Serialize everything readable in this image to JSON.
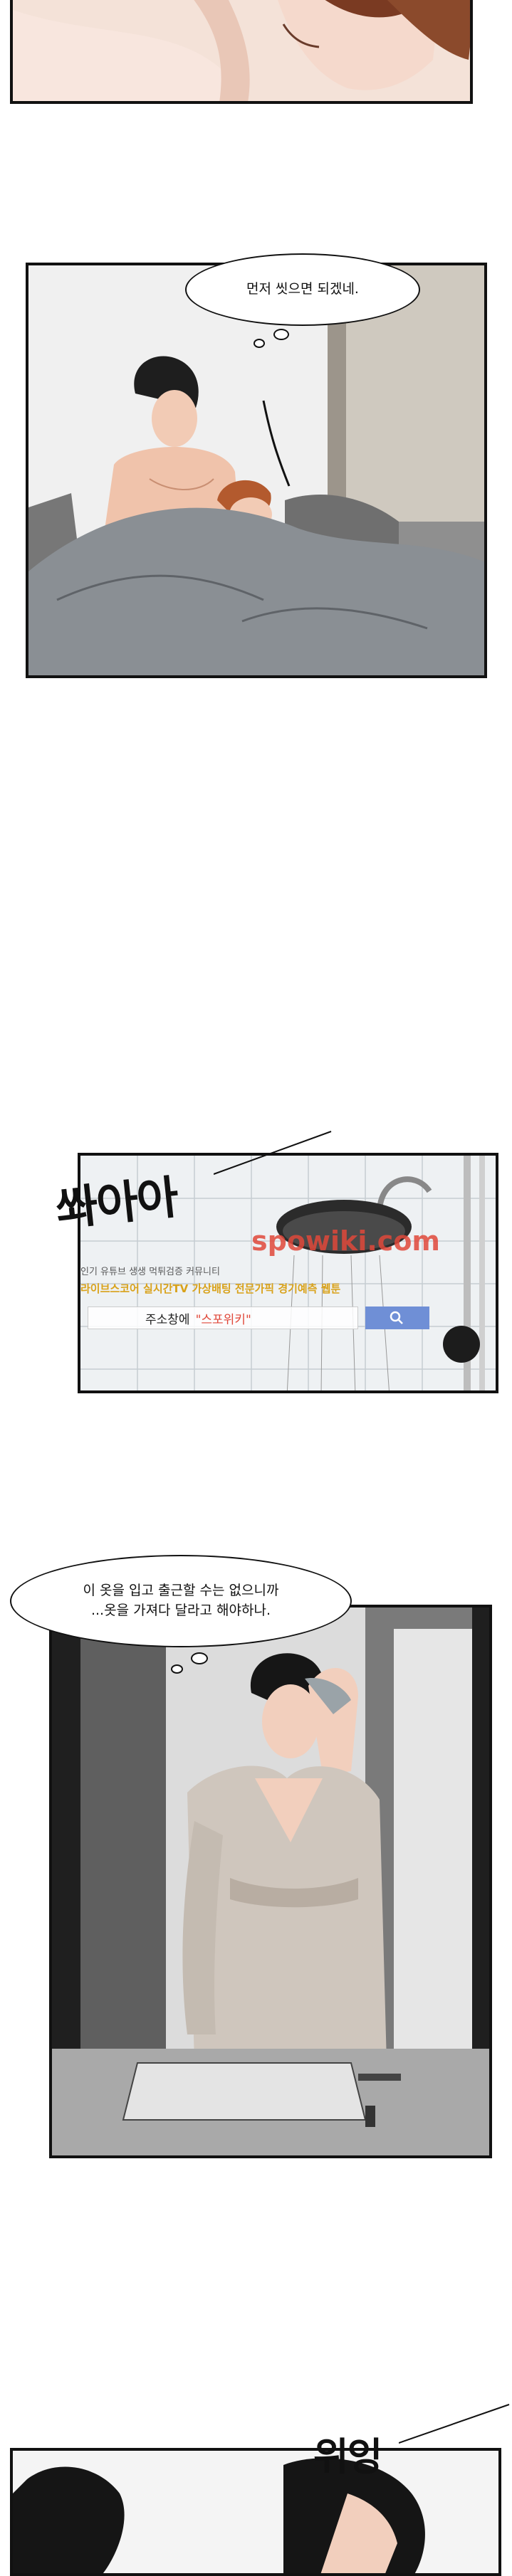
{
  "bubbles": {
    "b1": {
      "line1": "먼저 씻으면 되겠네."
    },
    "b2": {
      "line1": "이 옷을 입고 출근할 수는 없으니까",
      "line2": "...옷을 가져다 달라고 해야하나."
    }
  },
  "sfx": {
    "shower": "쏴아아",
    "buzz": "위잉"
  },
  "watermark": {
    "site": "spowiki.com",
    "tagline": "인기 유튜브 생생 먹튀검증 커뮤니티",
    "links": "라이브스코어 실시간TV 가상배팅 전문가픽 경기예측 웹툰",
    "search_label": "주소창에",
    "search_value": "\"스포위키\""
  },
  "colors": {
    "panel_border": "#111111",
    "watermark_red": "#e0483a",
    "search_btn": "#6f8fd6"
  }
}
